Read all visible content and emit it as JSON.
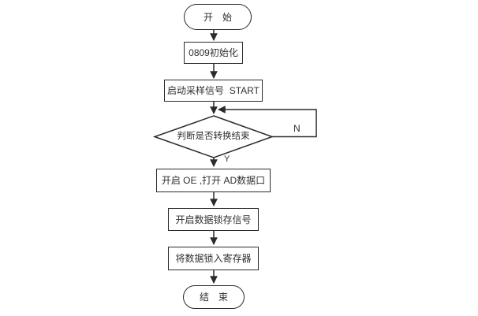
{
  "flowchart": {
    "nodes": [
      {
        "id": "start",
        "type": "terminator",
        "label": "开　始"
      },
      {
        "id": "init-0809",
        "type": "process",
        "label": "0809初始化"
      },
      {
        "id": "start-sampling",
        "type": "process",
        "label": "启动采样信号  START"
      },
      {
        "id": "check-convert",
        "type": "decision",
        "label": "判断是否转换结束"
      },
      {
        "id": "open-oe",
        "type": "process",
        "label": "开启 OE ,打开 AD数据口"
      },
      {
        "id": "latch-signal",
        "type": "process",
        "label": "开启数据锁存信号"
      },
      {
        "id": "store-register",
        "type": "process",
        "label": "将数据锁入寄存器"
      },
      {
        "id": "end",
        "type": "terminator",
        "label": "结　束"
      }
    ],
    "branches": {
      "yes_label": "Y",
      "no_label": "N"
    },
    "colors": {
      "line": "#2b2b2b",
      "text": "#2f2f2f",
      "background": "#ffffff"
    }
  }
}
